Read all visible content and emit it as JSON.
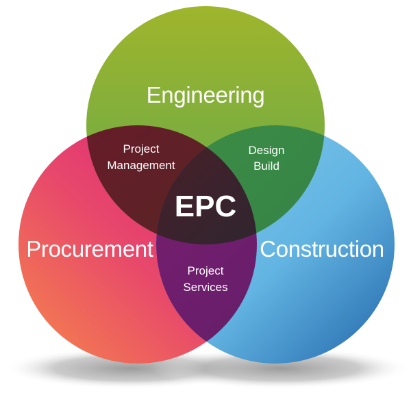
{
  "diagram": {
    "type": "venn",
    "circles": [
      {
        "id": "engineering",
        "label": "Engineering",
        "color_top": "#9db32e",
        "color_bottom": "#6aab4a"
      },
      {
        "id": "procurement",
        "label": "Procurement",
        "color_top": "#dd2a7b",
        "color_bottom": "#f47c4b"
      },
      {
        "id": "construction",
        "label": "Construction",
        "color_top": "#7fc9ed",
        "color_bottom": "#2e78b8"
      }
    ],
    "intersections": [
      {
        "id": "engineering-procurement",
        "lines": [
          "Project",
          "Management"
        ],
        "color": "#5a1c26"
      },
      {
        "id": "engineering-construction",
        "lines": [
          "Design",
          "Build"
        ],
        "color": "#3a8a46"
      },
      {
        "id": "procurement-construction",
        "lines": [
          "Project",
          "Services"
        ],
        "color": "#6a1d6a"
      }
    ],
    "center": {
      "label": "EPC",
      "color": "#2c2430"
    }
  }
}
